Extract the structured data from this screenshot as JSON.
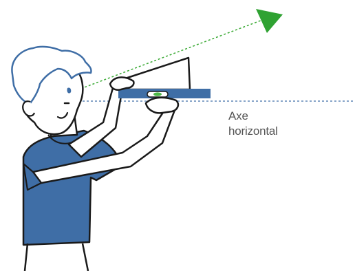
{
  "axis_label": {
    "line1": "Axe",
    "line2": "horizontal"
  },
  "colors": {
    "shirt": "#3F6EA6",
    "outline": "#1A1A1A",
    "sight_line": "#3BAA35",
    "horizontal_line": "#3F6EA6",
    "level_bar": "#3F6EA6",
    "bubble": "#4CB848"
  },
  "icons": {
    "arrow": "green-triangle-arrowhead"
  }
}
